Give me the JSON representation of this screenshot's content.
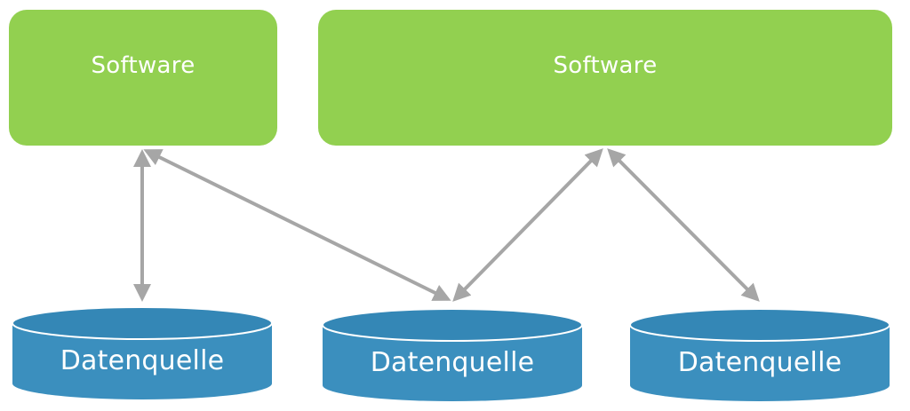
{
  "colors": {
    "software_box": "#92d050",
    "database": "#3b8fbe",
    "database_top": "#3487b6",
    "database_edge": "#2f7fae",
    "arrow": "#a6a6a6"
  },
  "software_boxes": [
    {
      "label": "Software"
    },
    {
      "label": "Software"
    }
  ],
  "data_sources": [
    {
      "label": "Datenquelle"
    },
    {
      "label": "Datenquelle"
    },
    {
      "label": "Datenquelle"
    }
  ]
}
